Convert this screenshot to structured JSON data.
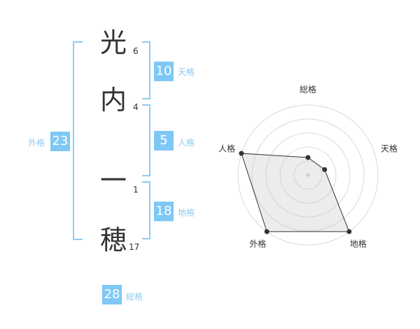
{
  "name": {
    "characters": [
      {
        "char": "光",
        "strokes": "6"
      },
      {
        "char": "内",
        "strokes": "4"
      },
      {
        "char": "一",
        "strokes": "1"
      },
      {
        "char": "穂",
        "strokes": "17"
      }
    ]
  },
  "fortunes": {
    "tenkaku": {
      "value": "10",
      "label": "天格"
    },
    "jinkaku": {
      "value": "5",
      "label": "人格"
    },
    "chikaku": {
      "value": "18",
      "label": "地格"
    },
    "gaikaku": {
      "value": "23",
      "label": "外格"
    },
    "soukaku": {
      "value": "28",
      "label": "総格"
    }
  },
  "chart_data": {
    "type": "radar",
    "axes": [
      "総格",
      "天格",
      "地格",
      "外格",
      "人格"
    ],
    "values": [
      0.25,
      0.25,
      1.0,
      1.0,
      1.0
    ],
    "rings": 5,
    "grid": true
  },
  "colors": {
    "accent": "#7fc8f5",
    "bracket": "#8ecbf2",
    "text": "#333333"
  }
}
